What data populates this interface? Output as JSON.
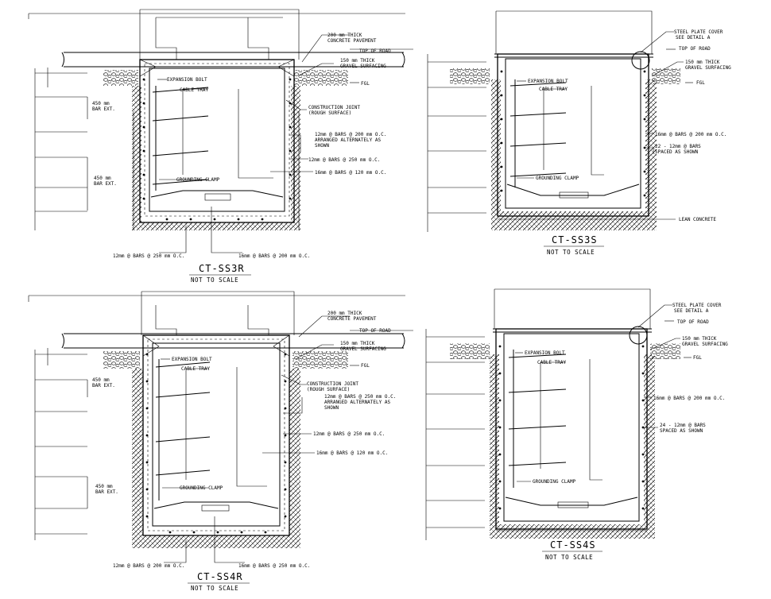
{
  "colors": {
    "ink": "#000000",
    "paper": "#ffffff"
  },
  "panels": [
    {
      "id": "ct-ss3r",
      "title": "CT-SS3R",
      "scale": "NOT TO SCALE",
      "labels": {
        "pavement": [
          "200 mm THICK",
          "CONCRETE PAVEMENT"
        ],
        "top_of_road": "TOP OF ROAD",
        "gravel": [
          "150 mm THICK",
          "GRAVEL SURFACING"
        ],
        "fgl": "FGL",
        "expansion_bolt": "EXPANSION BOLT",
        "cable_tray": "CABLE TRAY",
        "construction_joint": [
          "CONSTRUCTION JOINT",
          "(ROUGH SURFACE)"
        ],
        "bars_alt": [
          "12mm @ BARS @ 200 mm O.C.",
          "ARRANGED ALTERNATELY AS",
          "SHOWN"
        ],
        "bars_12": "12mm @ BARS @ 250 mm O.C.",
        "bars_16": "16mm @ BARS @ 120 mm O.C.",
        "grounding_clamp": "GROUNDING CLAMP",
        "bar_ext_top": [
          "450 mm",
          "BAR EXT."
        ],
        "bar_ext_bottom": [
          "450 mm",
          "BAR EXT."
        ],
        "bottom_left": "12mm @ BARS @ 250 mm O.C.",
        "bottom_right": "16mm @ BARS @ 200 mm O.C."
      }
    },
    {
      "id": "ct-ss3s",
      "title": "CT-SS3S",
      "scale": "NOT TO SCALE",
      "labels": {
        "steel_plate": [
          "STEEL PLATE COVER",
          "SEE DETAIL A"
        ],
        "top_of_road": "TOP OF ROAD",
        "gravel": [
          "150 mm THICK",
          "GRAVEL SURFACING"
        ],
        "fgl": "FGL",
        "expansion_bolt": "EXPANSION BOLT",
        "cable_tray": "CABLE TRAY",
        "bars_16": "16mm @ BARS @ 200 mm O.C.",
        "bars_22": [
          "22 - 12mm @ BARS",
          "SPACED AS SHOWN"
        ],
        "grounding_clamp": "GROUNDING CLAMP",
        "lean_concrete": "LEAN CONCRETE"
      }
    },
    {
      "id": "ct-ss4r",
      "title": "CT-SS4R",
      "scale": "NOT TO SCALE",
      "labels": {
        "pavement": [
          "200 mm THICK",
          "CONCRETE PAVEMENT"
        ],
        "top_of_road": "TOP OF ROAD",
        "gravel": [
          "150 mm THICK",
          "GRAVEL SURFACING"
        ],
        "fgl": "FGL",
        "expansion_bolt": "EXPANSION BOLT",
        "cable_tray": "CABLE TRAY",
        "construction_joint": [
          "CONSTRUCTION JOINT",
          "(ROUGH SURFACE)"
        ],
        "bars_alt": [
          "12mm @ BARS @ 250 mm O.C.",
          "ARRANGED ALTERNATELY AS",
          "SHOWN"
        ],
        "bars_12": "12mm @ BARS @ 250 mm O.C.",
        "bars_16": "16mm @ BARS @ 120 mm O.C.",
        "grounding_clamp": "GROUNDING CLAMP",
        "bar_ext_top": [
          "450 mm",
          "BAR EXT."
        ],
        "bar_ext_bottom": [
          "450 mm",
          "BAR EXT."
        ],
        "bottom_left": "12mm @ BARS @ 200 mm O.C.",
        "bottom_right": "16mm @ BARS @ 250 mm O.C."
      }
    },
    {
      "id": "ct-ss4s",
      "title": "CT-SS4S",
      "scale": "NOT TO SCALE",
      "labels": {
        "steel_plate": [
          "STEEL PLATE COVER",
          "SEE DETAIL A"
        ],
        "top_of_road": "TOP OF ROAD",
        "gravel": [
          "150 mm THICK",
          "GRAVEL SURFACING"
        ],
        "fgl": "FGL",
        "expansion_bolt": "EXPANSION BOLT",
        "cable_tray": "CABLE TRAY",
        "bars_16": "16mm @ BARS @ 200 mm O.C.",
        "bars_24": [
          "24 - 12mm @ BARS",
          "SPACED AS SHOWN"
        ],
        "grounding_clamp": "GROUNDING CLAMP"
      }
    }
  ]
}
